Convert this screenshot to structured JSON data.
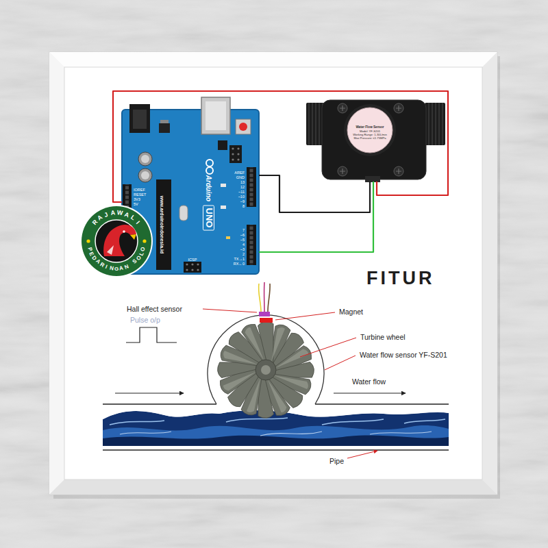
{
  "diagram": {
    "title": "FITUR",
    "nodes": [
      {
        "text": [
          "Arduino",
          "UNO",
          "www.arduinoindonesia.id"
        ]
      },
      {
        "text": [
          "Water Flow Sensor",
          "Model: YF-S201",
          "Working Range: 1-30L/min",
          "Max Pressure: ≤1.75MPa"
        ]
      }
    ],
    "edges": [
      {
        "from": 0,
        "to": 1,
        "arrow": "none"
      },
      {
        "from": 0,
        "to": 1,
        "arrow": "none"
      },
      {
        "from": 0,
        "to": 1,
        "arrow": "none"
      }
    ],
    "labels": [
      "RAJAWALI",
      "PEDARINGAN SOLO",
      "Hall effect sensor",
      "Pulse o/p",
      "Magnet",
      "Turbine wheel",
      "Water flow sensor YF-S201",
      "Water flow",
      "Pipe",
      "IOREF",
      "RESET",
      "3V3",
      "5V",
      "AREF",
      "GND",
      "13",
      "12",
      "~11",
      "~10",
      "~9",
      "8",
      "7",
      "~6",
      "~5",
      "4",
      "~3",
      "2",
      "TX→1",
      "RX←0",
      "ICSP"
    ]
  }
}
